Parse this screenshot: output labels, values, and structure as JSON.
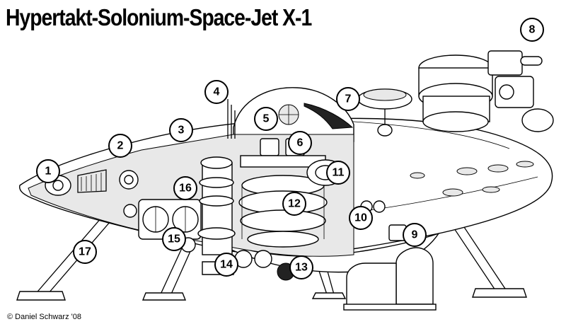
{
  "title": "Hypertakt-Solonium-Space-Jet X-1",
  "credit": "© Daniel Schwarz '08",
  "callouts": [
    "1",
    "2",
    "3",
    "4",
    "5",
    "6",
    "7",
    "8",
    "9",
    "10",
    "11",
    "12",
    "13",
    "14",
    "15",
    "16",
    "17"
  ]
}
